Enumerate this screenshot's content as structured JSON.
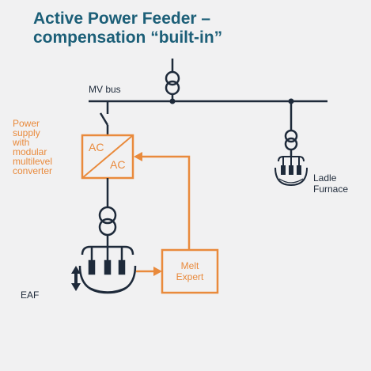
{
  "title": {
    "line1": "Active Power Feeder –",
    "line2": "compensation “built-in”"
  },
  "labels": {
    "mv_bus": "MV bus",
    "power_supply": [
      "Power",
      "supply",
      "with",
      "modular",
      "multilevel",
      "converter"
    ],
    "converter_top": "AC",
    "converter_bottom": "AC",
    "ladle_furnace": [
      "Ladle",
      "Furnace"
    ],
    "melt_expert": [
      "Melt",
      "Expert"
    ],
    "eaf": "EAF"
  },
  "colors": {
    "title": "#1c5f78",
    "line": "#1e2a3a",
    "accent": "#e98a3c",
    "background": "#f1f1f2"
  }
}
